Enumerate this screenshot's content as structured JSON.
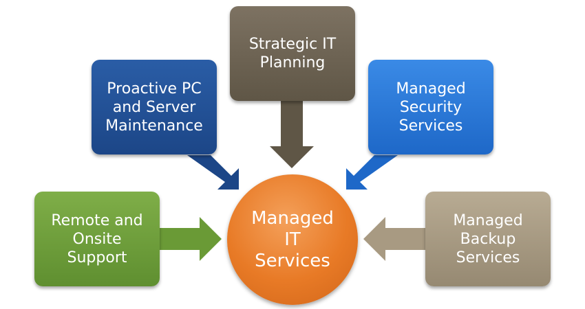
{
  "center": {
    "lines": [
      "Managed",
      "IT",
      "Services"
    ],
    "color": "#e87a26"
  },
  "nodes": {
    "strategic": {
      "lines": [
        "Strategic IT",
        "Planning"
      ],
      "color": "#6e6454"
    },
    "proactive": {
      "lines": [
        "Proactive PC",
        "and Server",
        "Maintenance"
      ],
      "color": "#24518f"
    },
    "security": {
      "lines": [
        "Managed",
        "Security",
        "Services"
      ],
      "color": "#2a76d6"
    },
    "remote": {
      "lines": [
        "Remote and",
        "Onsite",
        "Support"
      ],
      "color": "#6f9e3a"
    },
    "backup": {
      "lines": [
        "Managed",
        "Backup",
        "Services"
      ],
      "color": "#a89a82"
    }
  }
}
